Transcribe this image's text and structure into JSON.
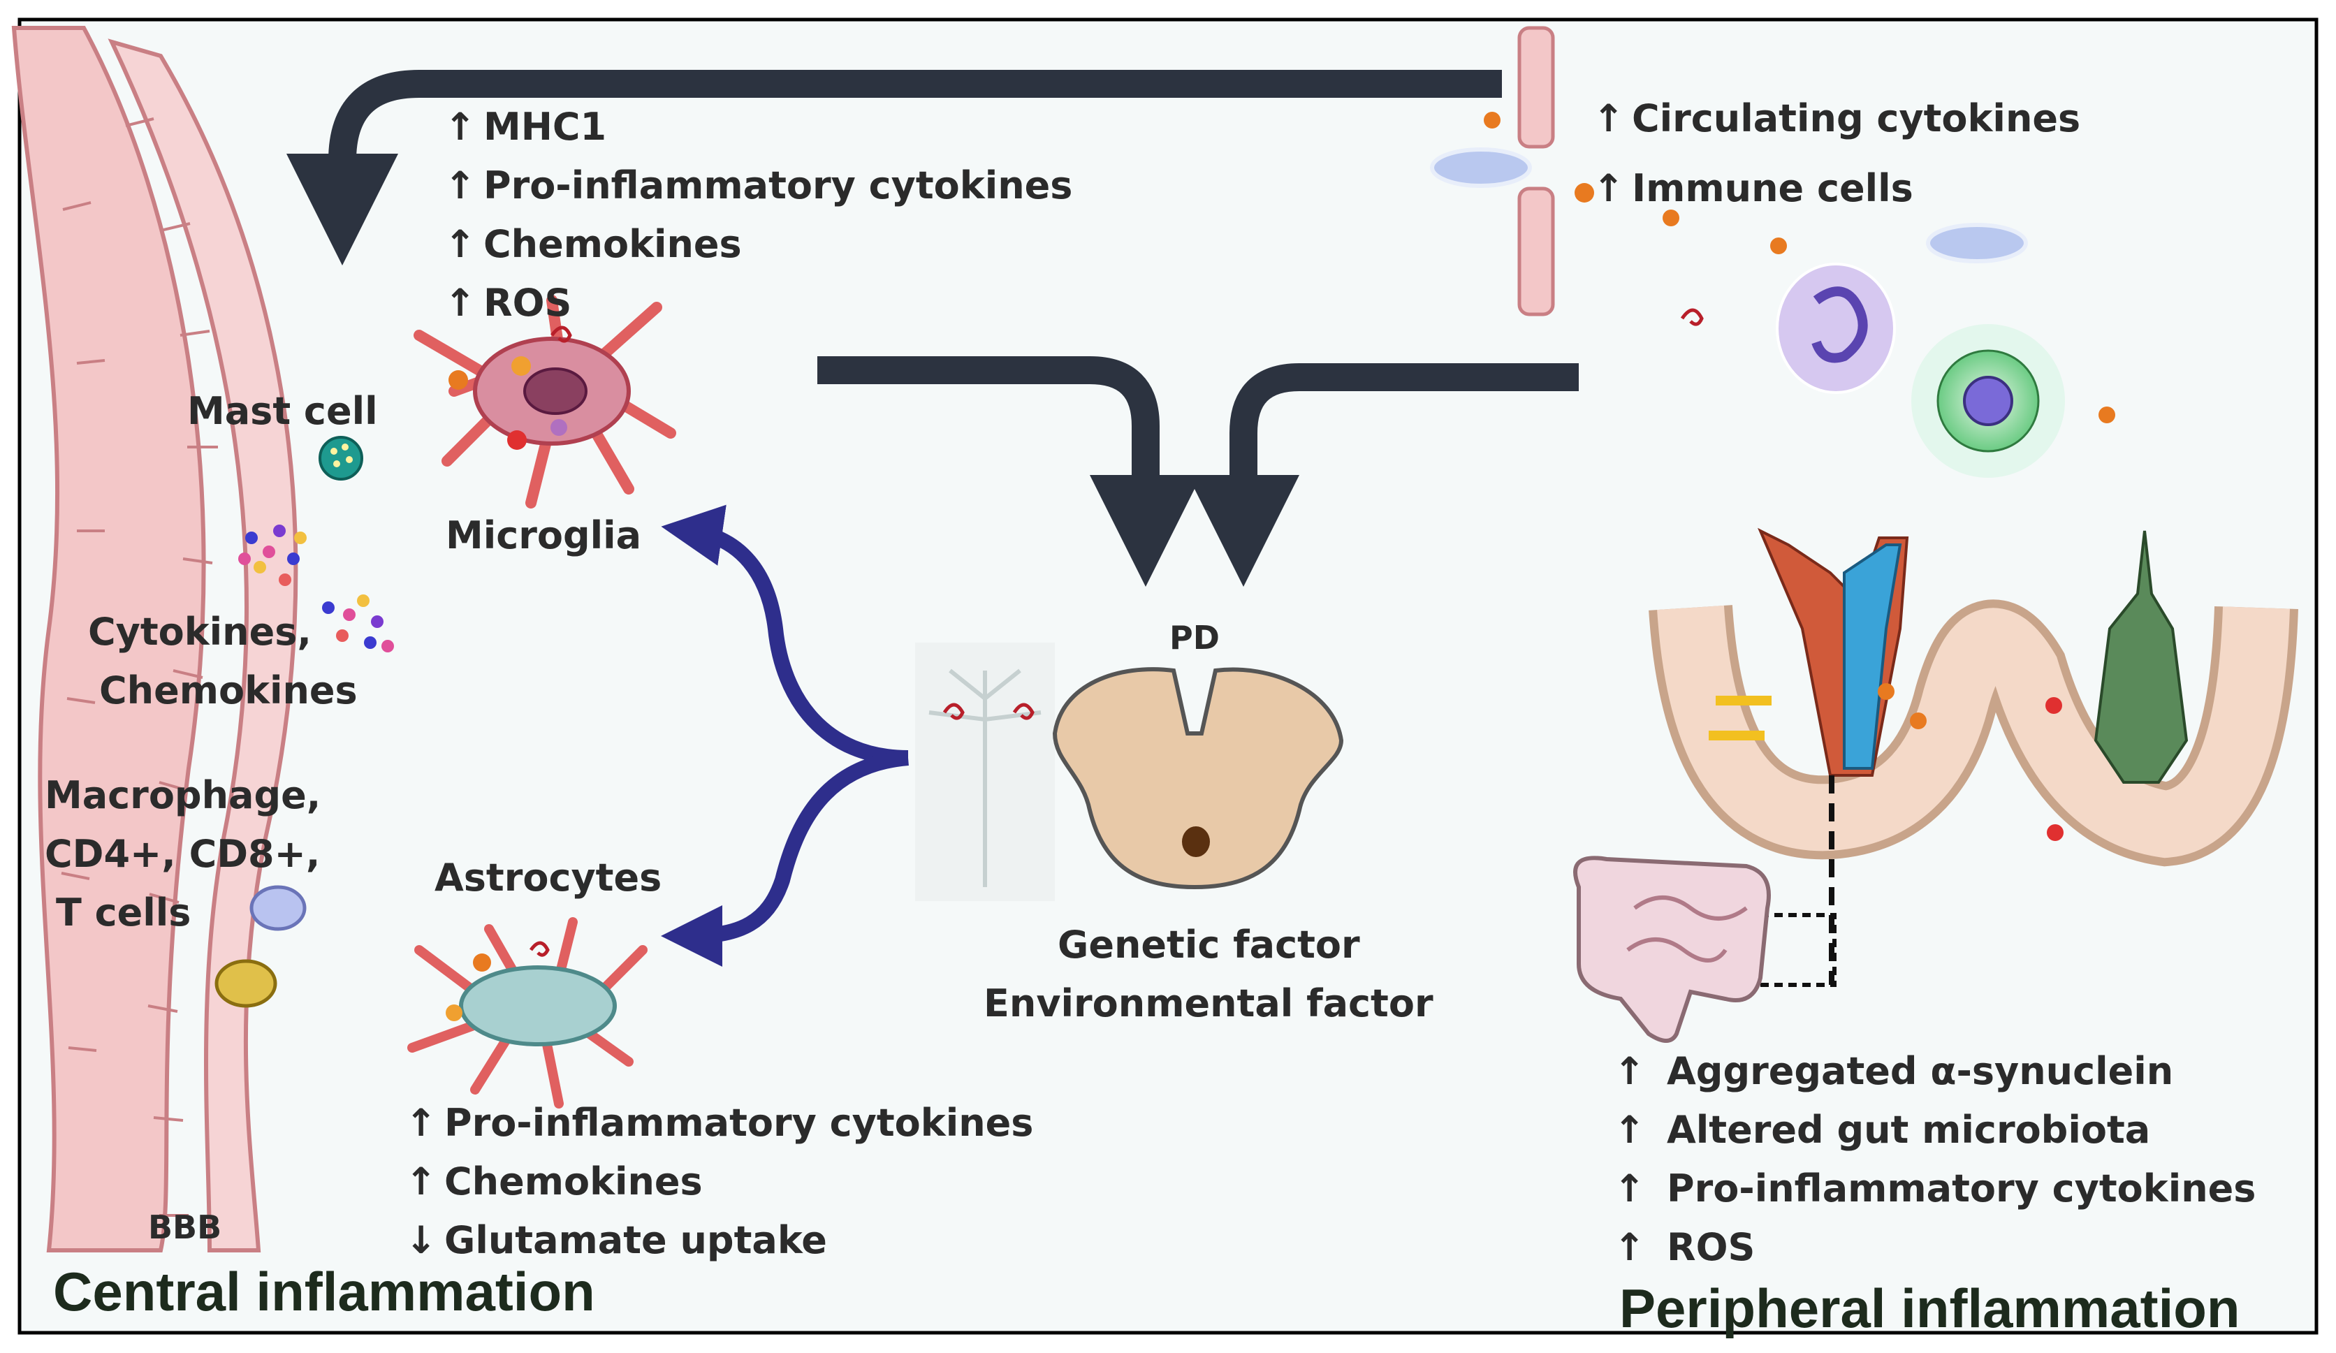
{
  "central_markers": [
    {
      "arrow": "↑",
      "text": "MHC1"
    },
    {
      "arrow": "↑",
      "text": "Pro-inflammatory cytokines"
    },
    {
      "arrow": "↑",
      "text": "Chemokines"
    },
    {
      "arrow": "↑",
      "text": "ROS"
    }
  ],
  "astrocyte_markers": [
    {
      "arrow": "↑",
      "text": "Pro-inflammatory cytokines"
    },
    {
      "arrow": "↑",
      "text": "Chemokines"
    },
    {
      "arrow": "↓",
      "text": "Glutamate uptake"
    }
  ],
  "circulation_markers": [
    {
      "arrow": "↑",
      "text": "Circulating cytokines"
    },
    {
      "arrow": "↑",
      "text": "Immune cells"
    }
  ],
  "gut_markers": [
    {
      "arrow": "↑",
      "text": "Aggregated  α-synuclein"
    },
    {
      "arrow": "↑",
      "text": "Altered gut microbiota"
    },
    {
      "arrow": "↑",
      "text": "Pro-inflammatory cytokines"
    },
    {
      "arrow": "↑",
      "text": "ROS"
    }
  ],
  "labels": {
    "mast_cell": "Mast cell",
    "cytokines_1": "Cytokines,",
    "cytokines_2": "Chemokines",
    "macrophage_1": "Macrophage,",
    "macrophage_2": "CD4+, CD8+,",
    "macrophage_3": "T cells",
    "bbb": "BBB",
    "microglia": "Microglia",
    "astrocytes": "Astrocytes",
    "pd": "PD",
    "genetic": "Genetic factor",
    "environmental": "Environmental factor"
  },
  "titles": {
    "central": "Central inflammation",
    "peripheral": "Peripheral inflammation"
  },
  "colors": {
    "frame": "#000000",
    "panel_bg": "#f5f9f9",
    "vessel": "#f3c7c8",
    "vessel_edge": "#c97f84",
    "dark_arrow": "#2c3340",
    "blue_arrow": "#2e2e8c",
    "accent_red": "#b81f2a",
    "title_green": "#1d2b1d"
  }
}
